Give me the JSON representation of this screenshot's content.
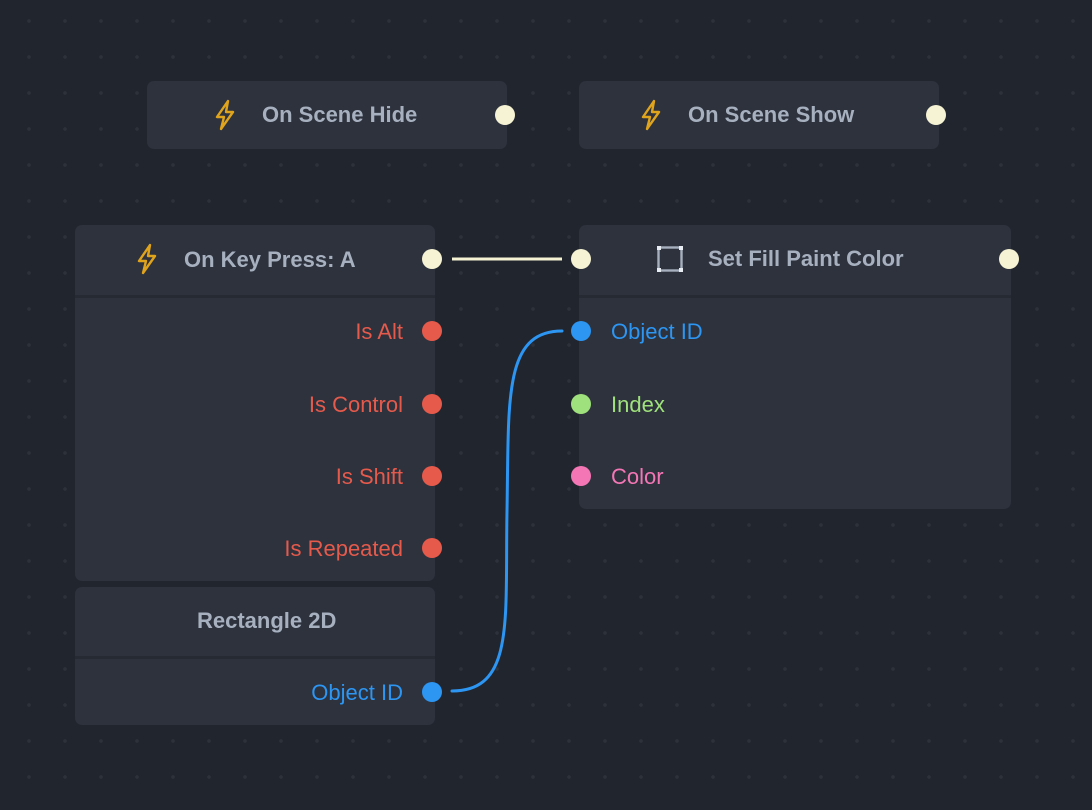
{
  "colors": {
    "background": "#21252e",
    "node": "#2d323d",
    "exec": "#f6f3d4",
    "boolean": "#e65a4c",
    "object": "#2d95f2",
    "number": "#9fe17c",
    "color": "#f576b5",
    "accent_icon": "#e0a41c"
  },
  "nodes": {
    "on_scene_hide": {
      "title": "On Scene Hide",
      "icon": "lightning-bolt-icon"
    },
    "on_scene_show": {
      "title": "On Scene Show",
      "icon": "lightning-bolt-icon"
    },
    "on_key_press": {
      "title": "On Key Press: A",
      "icon": "lightning-bolt-icon",
      "outputs": [
        "Is Alt",
        "Is Control",
        "Is Shift",
        "Is Repeated"
      ]
    },
    "rectangle_2d": {
      "title": "Rectangle 2D",
      "output": "Object ID"
    },
    "set_fill_paint_color": {
      "title": "Set Fill Paint Color",
      "icon": "square-outline-icon",
      "inputs": [
        "Object ID",
        "Index",
        "Color"
      ]
    }
  }
}
